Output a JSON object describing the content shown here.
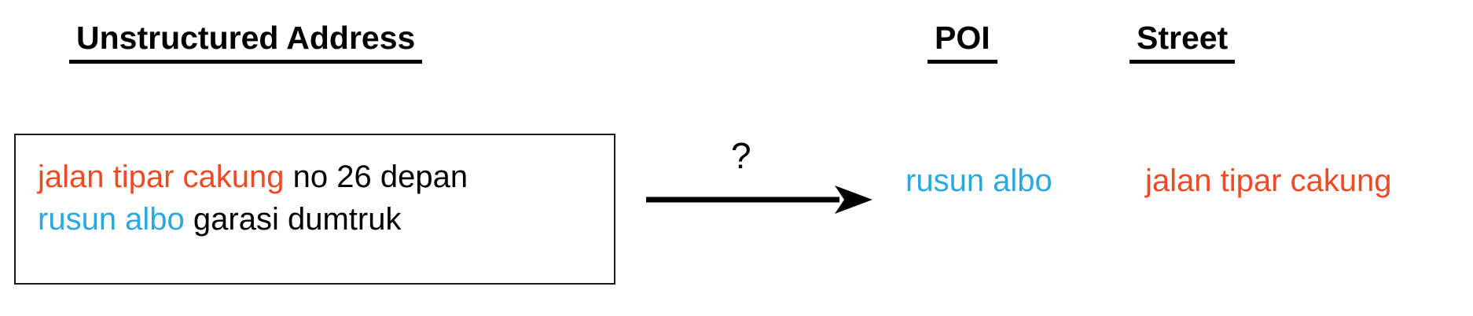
{
  "headers": {
    "unstructured": "Unstructured Address",
    "poi": "POI",
    "street": "Street"
  },
  "address_box": {
    "line1": {
      "street_token": "jalan tipar cakung",
      "plain_token": " no 26 depan"
    },
    "line2": {
      "poi_token": "rusun albo",
      "plain_token": " garasi dumtruk"
    }
  },
  "arrow": {
    "label": "?",
    "icon": "right-arrow-icon"
  },
  "outputs": {
    "poi": "rusun albo",
    "street": "jalan tipar cakung"
  },
  "colors": {
    "street_orange": "#F04A25",
    "poi_blue": "#2BA8DF",
    "text_black": "#000000",
    "background": "#FFFFFF"
  }
}
